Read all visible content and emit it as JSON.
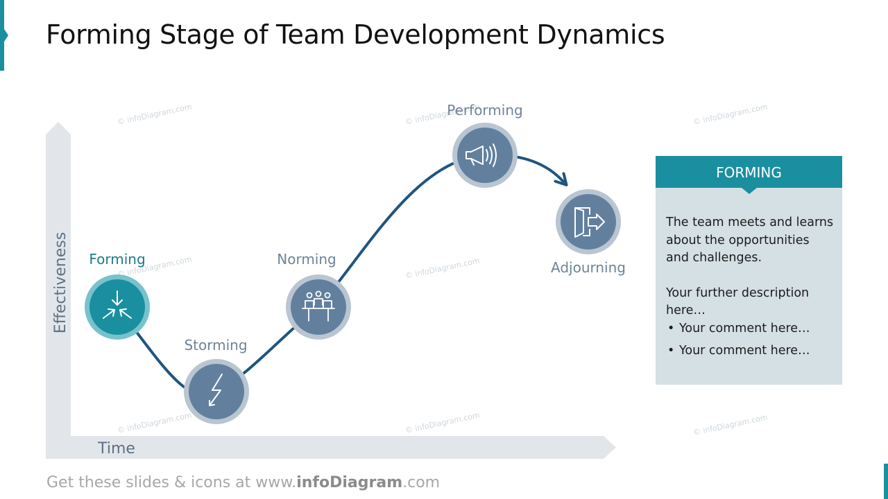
{
  "title": "Forming Stage of Team Development Dynamics",
  "axes": {
    "y_label": "Effectiveness",
    "x_label": "Time"
  },
  "stages": [
    {
      "label": "Forming",
      "icon": "converging-arrows-icon",
      "active": true
    },
    {
      "label": "Storming",
      "icon": "lightning-bolt-icon",
      "active": false
    },
    {
      "label": "Norming",
      "icon": "team-meeting-icon",
      "active": false
    },
    {
      "label": "Performing",
      "icon": "megaphone-icon",
      "active": false
    },
    {
      "label": "Adjourning",
      "icon": "exit-door-icon",
      "active": false
    }
  ],
  "info_box": {
    "header": "FORMING",
    "description": "The team meets and learns about the opportunities and challenges.",
    "further": "Your further description here…",
    "bullets": [
      "Your comment here…",
      "Your comment here…"
    ]
  },
  "footer": {
    "prefix": "Get these slides & icons at www.",
    "brand": "infoDiagram",
    "suffix": ".com"
  },
  "watermark_text": "© infoDiagram.com",
  "colors": {
    "accent": "#1a8fa0",
    "node": "#62809e",
    "node_ring": "#b9c5d1",
    "active_ring": "#78c2cc",
    "curve": "#1f5580",
    "axis": "#e2e6ea",
    "label": "#6e8396",
    "active_label": "#1b7a8a",
    "panel": "#d5e0e5"
  }
}
